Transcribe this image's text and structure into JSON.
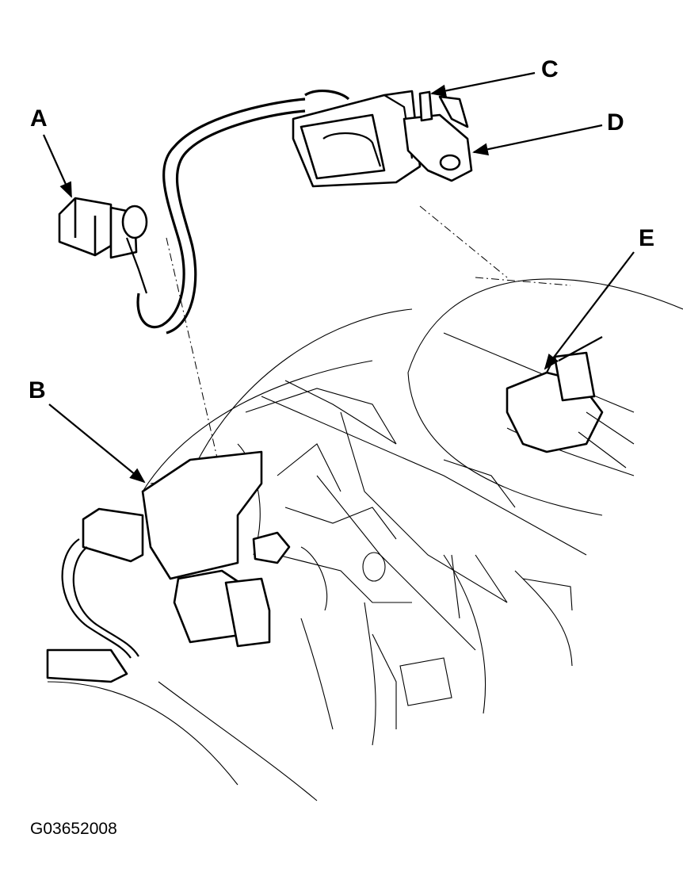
{
  "callouts": {
    "a": "A",
    "b": "B",
    "c": "C",
    "d": "D",
    "e": "E"
  },
  "figure_id": "G03652008"
}
